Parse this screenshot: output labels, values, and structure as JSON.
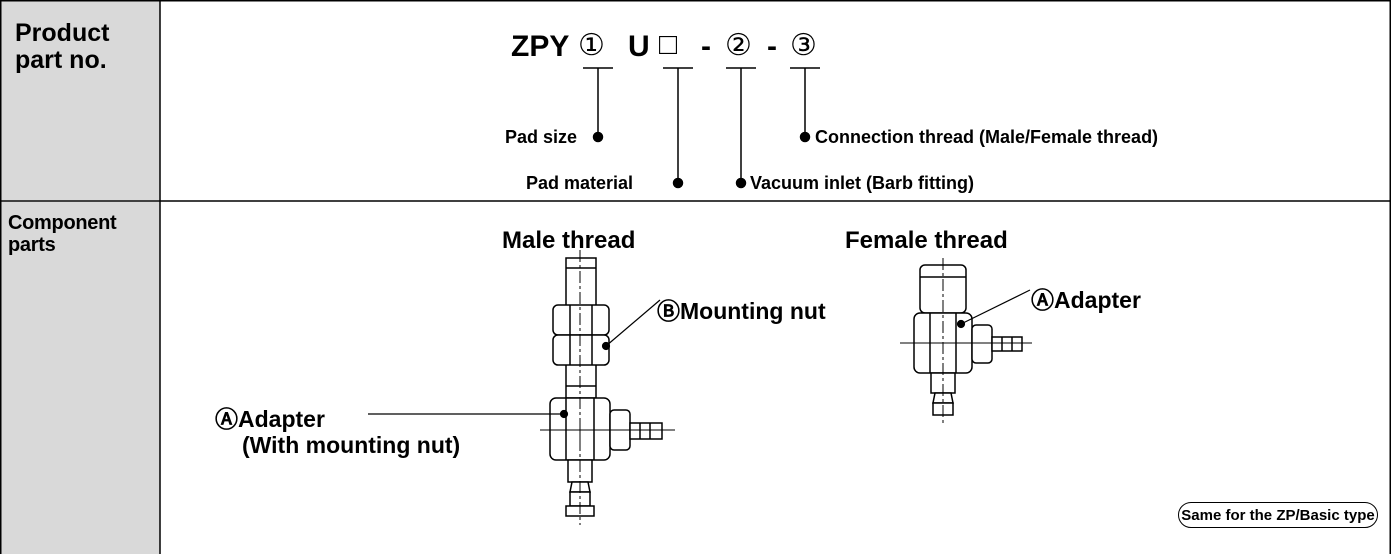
{
  "header": {
    "product_part_no_line1": "Product",
    "product_part_no_line2": "part no.",
    "component_parts_line1": "Component",
    "component_parts_line2": "parts"
  },
  "part_number": {
    "prefix": "ZPY",
    "slot1": "①",
    "letter": "U",
    "box": "□",
    "dash1": "-",
    "slot2": "②",
    "dash2": "-",
    "slot3": "③"
  },
  "legend": {
    "pad_size": "Pad size",
    "pad_material": "Pad material",
    "vacuum_inlet": "Vacuum inlet (Barb fitting)",
    "connection_thread": "Connection thread (Male/Female thread)"
  },
  "components": {
    "male_title": "Male thread",
    "female_title": "Female thread",
    "mounting_nut": "ⒷMounting nut",
    "adapter_male": "ⒶAdapter",
    "adapter_male_note": "(With mounting nut)",
    "adapter_female": "ⒶAdapter"
  },
  "note_badge": "Same for the ZP/Basic type",
  "colors": {
    "header_bg": "#d9d9d9",
    "border": "#000000"
  }
}
